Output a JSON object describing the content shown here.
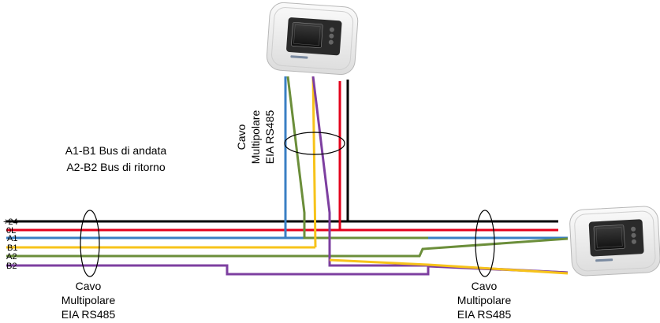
{
  "notes": {
    "line1": "A1-B1 Bus di andata",
    "line2": "A2-B2 Bus di ritorno"
  },
  "wire_labels": [
    "+24",
    "0L",
    "A1",
    "B1",
    "A2",
    "B2"
  ],
  "cable_label": {
    "line1": "Cavo",
    "line2": "Multipolare",
    "line3": "EIA RS485"
  },
  "colors": {
    "plus24": "#000000",
    "zero_l": "#e3001b",
    "a1": "#3a7fc4",
    "b1": "#f7c31a",
    "a2": "#6b8e3a",
    "b2": "#7d3fa0"
  },
  "devices": [
    {
      "name": "thermostat-panel-top"
    },
    {
      "name": "thermostat-panel-right"
    }
  ]
}
